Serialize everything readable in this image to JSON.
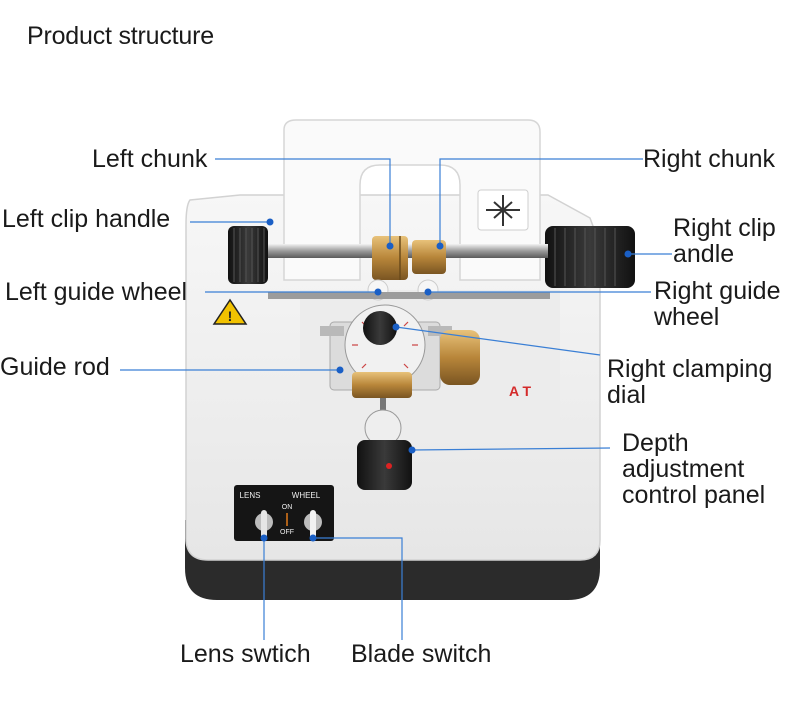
{
  "title": "Product structure",
  "panel_text": {
    "lens": "LENS",
    "wheel": "WHEEL",
    "on": "ON",
    "off": "OFF",
    "brand": "A T"
  },
  "labels": {
    "left_chunk": "Left chunk",
    "right_chunk": "Right chunk",
    "left_clip_handle": "Left clip handle",
    "right_clip_andle": [
      "Right clip",
      "andle"
    ],
    "left_guide_wheel": "Left guide wheel",
    "right_guide_wheel": [
      "Right guide",
      "wheel"
    ],
    "guide_rod": "Guide rod",
    "right_clamping_dial": [
      "Right clamping",
      "dial"
    ],
    "depth_adjustment": [
      "Depth",
      "adjustment",
      "control panel"
    ],
    "lens_switch": "Lens swtich",
    "blade_switch": "Blade switch"
  },
  "colors": {
    "leader_line": "#3a7fd5",
    "machine_body": "#f4f4f4",
    "base": "#2a2a2a",
    "brass": "#c99a4a",
    "brand": "#d42a2a"
  }
}
